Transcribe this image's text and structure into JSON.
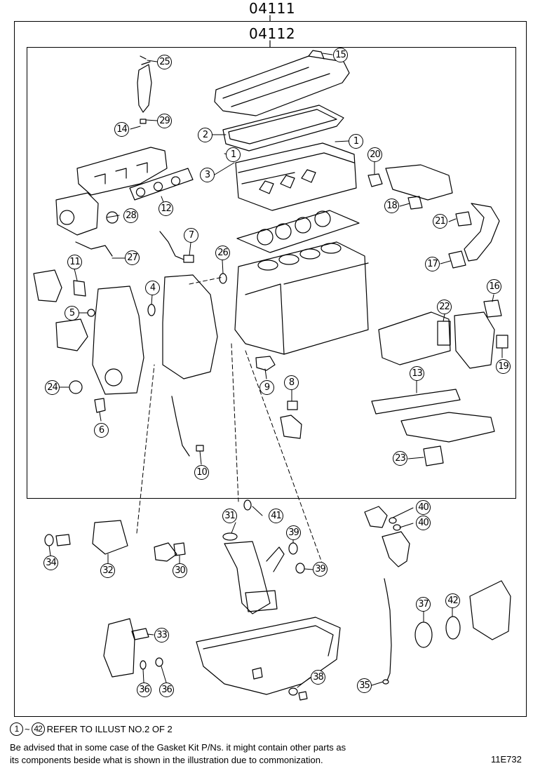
{
  "kit_numbers": {
    "outer": "04111",
    "inner": "04112"
  },
  "callouts": [
    {
      "id": "c1a",
      "n": "1"
    },
    {
      "id": "c1b",
      "n": "1"
    },
    {
      "id": "c2",
      "n": "2"
    },
    {
      "id": "c3",
      "n": "3"
    },
    {
      "id": "c4",
      "n": "4"
    },
    {
      "id": "c5",
      "n": "5"
    },
    {
      "id": "c6",
      "n": "6"
    },
    {
      "id": "c7",
      "n": "7"
    },
    {
      "id": "c8",
      "n": "8"
    },
    {
      "id": "c9",
      "n": "9"
    },
    {
      "id": "c10",
      "n": "10"
    },
    {
      "id": "c11",
      "n": "11"
    },
    {
      "id": "c12",
      "n": "12"
    },
    {
      "id": "c13",
      "n": "13"
    },
    {
      "id": "c14",
      "n": "14"
    },
    {
      "id": "c15",
      "n": "15"
    },
    {
      "id": "c16",
      "n": "16"
    },
    {
      "id": "c17",
      "n": "17"
    },
    {
      "id": "c18",
      "n": "18"
    },
    {
      "id": "c19",
      "n": "19"
    },
    {
      "id": "c20",
      "n": "20"
    },
    {
      "id": "c21",
      "n": "21"
    },
    {
      "id": "c22",
      "n": "22"
    },
    {
      "id": "c23",
      "n": "23"
    },
    {
      "id": "c24",
      "n": "24"
    },
    {
      "id": "c25",
      "n": "25"
    },
    {
      "id": "c26",
      "n": "26"
    },
    {
      "id": "c27",
      "n": "27"
    },
    {
      "id": "c28",
      "n": "28"
    },
    {
      "id": "c29",
      "n": "29"
    },
    {
      "id": "c30",
      "n": "30"
    },
    {
      "id": "c31",
      "n": "31"
    },
    {
      "id": "c32",
      "n": "32"
    },
    {
      "id": "c33",
      "n": "33"
    },
    {
      "id": "c34",
      "n": "34"
    },
    {
      "id": "c35",
      "n": "35"
    },
    {
      "id": "c36a",
      "n": "36"
    },
    {
      "id": "c36b",
      "n": "36"
    },
    {
      "id": "c37",
      "n": "37"
    },
    {
      "id": "c38",
      "n": "38"
    },
    {
      "id": "c39a",
      "n": "39"
    },
    {
      "id": "c39b",
      "n": "39"
    },
    {
      "id": "c40a",
      "n": "40"
    },
    {
      "id": "c40b",
      "n": "40"
    },
    {
      "id": "c41",
      "n": "41"
    },
    {
      "id": "c42",
      "n": "42"
    }
  ],
  "footer": {
    "range_start": "1",
    "range_sep": "~",
    "range_end": "42",
    "refer": "REFER TO ILLUST NO.2 OF 2",
    "advice_line1": "Be advised that in some case of the Gasket Kit P/Ns.  it might contain other parts as",
    "advice_line2": "its components beside what is shown in the illustration due to commonization.",
    "diagram_code": "11E732"
  }
}
